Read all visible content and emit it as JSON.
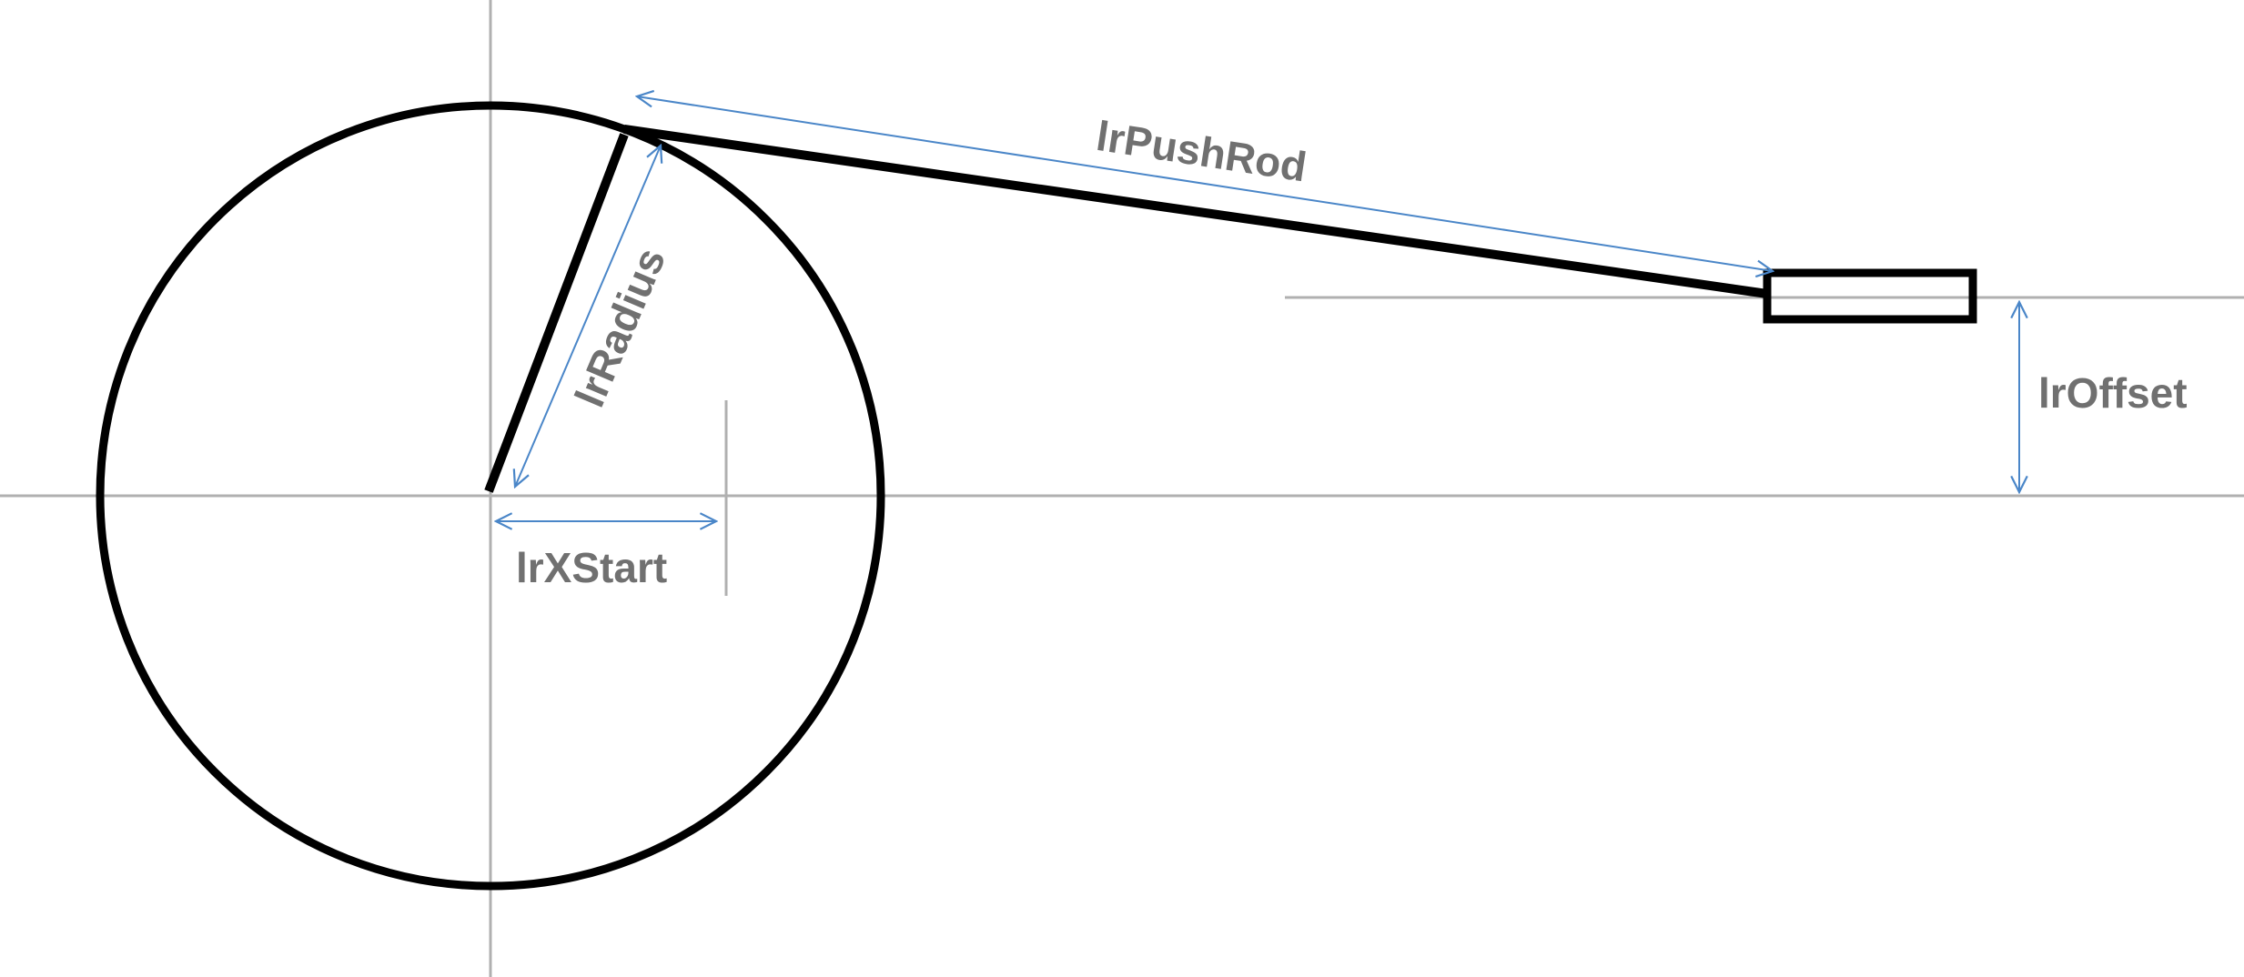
{
  "labels": {
    "push_rod": "lrPushRod",
    "radius": "lrRadius",
    "offset": "lrOffset",
    "x_start": "lrXStart"
  },
  "colors": {
    "axis": "#b0b0b0",
    "structure": "#000000",
    "dimension": "#4a86c8",
    "label": "#707070"
  }
}
